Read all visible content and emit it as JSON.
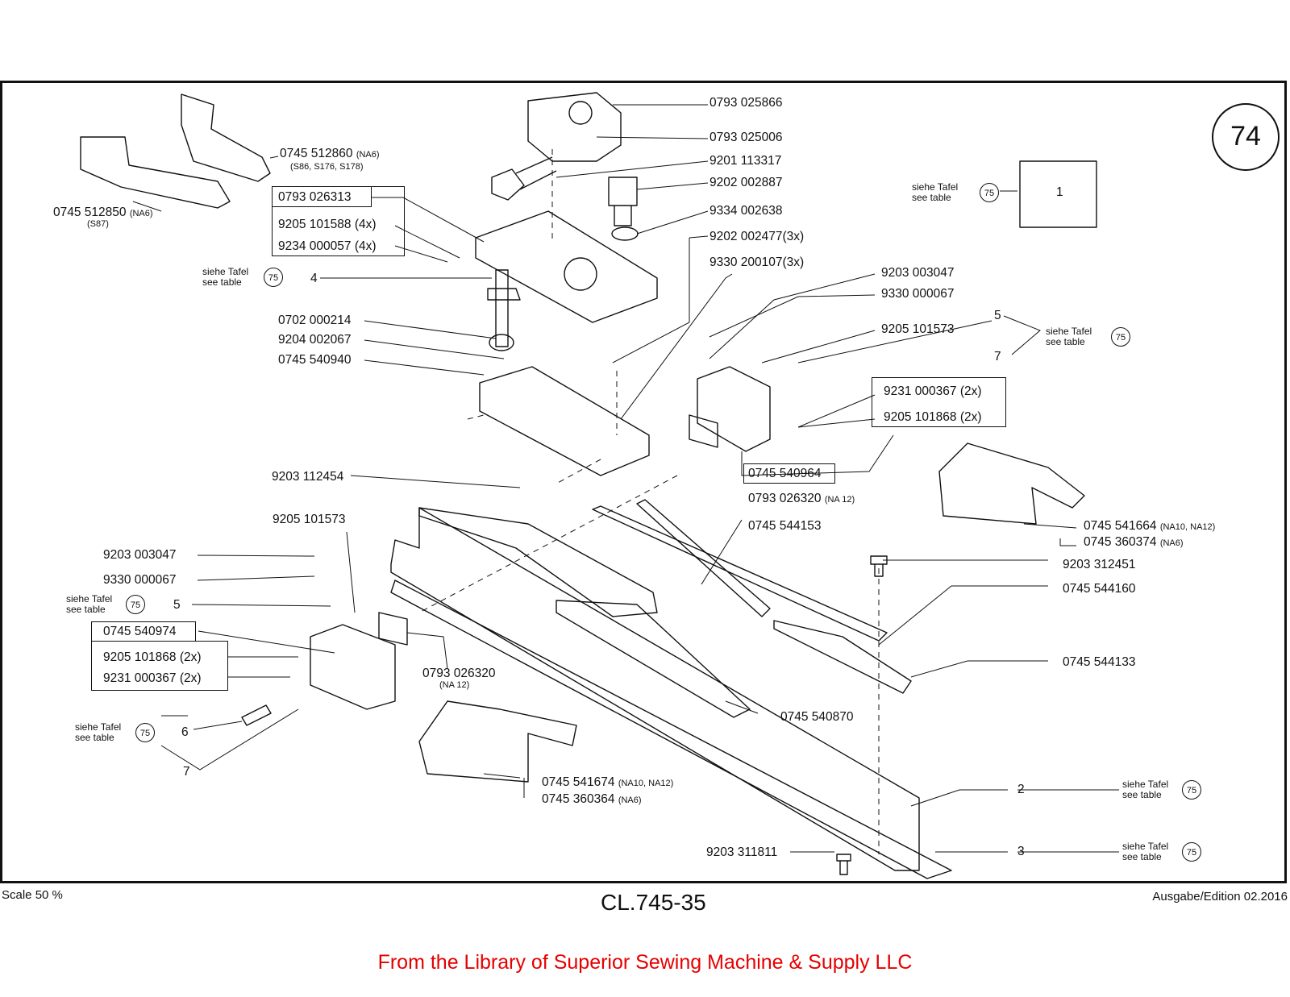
{
  "page_number": "74",
  "see_table": {
    "de": "siehe Tafel",
    "en": "see table",
    "ref": "75"
  },
  "footer": {
    "scale": "Scale 50 %",
    "drawing_code": "CL.745-35",
    "edition": "Ausgabe/Edition 02.2016",
    "credit": "From the Library of Superior Sewing Machine & Supply LLC"
  },
  "parts": {
    "p0793025866": "0793 025866",
    "p0793025006": "0793 025006",
    "p9201113317": "9201 113317",
    "p9202002887": "9202 002887",
    "p9334002638": "9334 002638",
    "p9202002477": "9202 002477",
    "p9202002477_qty": "(3x)",
    "p9330200107": "9330 200107",
    "p9330200107_qty": "(3x)",
    "p0745512860": "0745 512860",
    "p0745512860_var": "(NA6)",
    "p0745512860_note": "(S86, S176, S178)",
    "p0745512850": "0745 512850",
    "p0745512850_var": "(NA6)",
    "p0745512850_note": "(S87)",
    "p0793026313": "0793 026313",
    "p9205101588": "9205 101588",
    "p9205101588_qty": "(4x)",
    "p9234000057": "9234 000057",
    "p9234000057_qty": "(4x)",
    "p0702000214": "0702 000214",
    "p9204002067": "9204 002067",
    "p0745540940": "0745 540940",
    "p9203003047_r": "9203 003047",
    "p9330000067_r": "9330 000067",
    "p9205101573_r": "9205 101573",
    "p9231000367_r": "9231 000367",
    "p9231000367_r_qty": "(2x)",
    "p9205101868_r": "9205 101868",
    "p9205101868_r_qty": "(2x)",
    "p0745540964": "0745 540964",
    "p0793026320_r": "0793 026320",
    "p0793026320_r_var": "(NA 12)",
    "p9203112454": "9203 112454",
    "p9205101573_l": "9205 101573",
    "p0745544153": "0745 544153",
    "p0745541664": "0745 541664",
    "p0745541664_var": "(NA10, NA12)",
    "p0745360374": "0745 360374",
    "p0745360374_var": "(NA6)",
    "p9203312451": "9203 312451",
    "p0745544160": "0745 544160",
    "p9203003047_l": "9203 003047",
    "p9330000067_l": "9330 000067",
    "p0745540974": "0745 540974",
    "p9205101868_l": "9205 101868",
    "p9205101868_l_qty": "(2x)",
    "p9231000367_l": "9231 000367",
    "p9231000367_l_qty": "(2x)",
    "p0793026320_l": "0793 026320",
    "p0793026320_l_var": "(NA 12)",
    "p0745544133": "0745 544133",
    "p0745540870": "0745 540870",
    "p0745541674": "0745 541674",
    "p0745541674_var": "(NA10, NA12)",
    "p0745360364": "0745 360364",
    "p0745360364_var": "(NA6)",
    "p9203311811": "9203 311811"
  },
  "item_numbers": {
    "n1": "1",
    "n2": "2",
    "n3": "3",
    "n4": "4",
    "n5_r": "5",
    "n7_r": "7",
    "n5_l": "5",
    "n6": "6",
    "n7_l": "7"
  }
}
